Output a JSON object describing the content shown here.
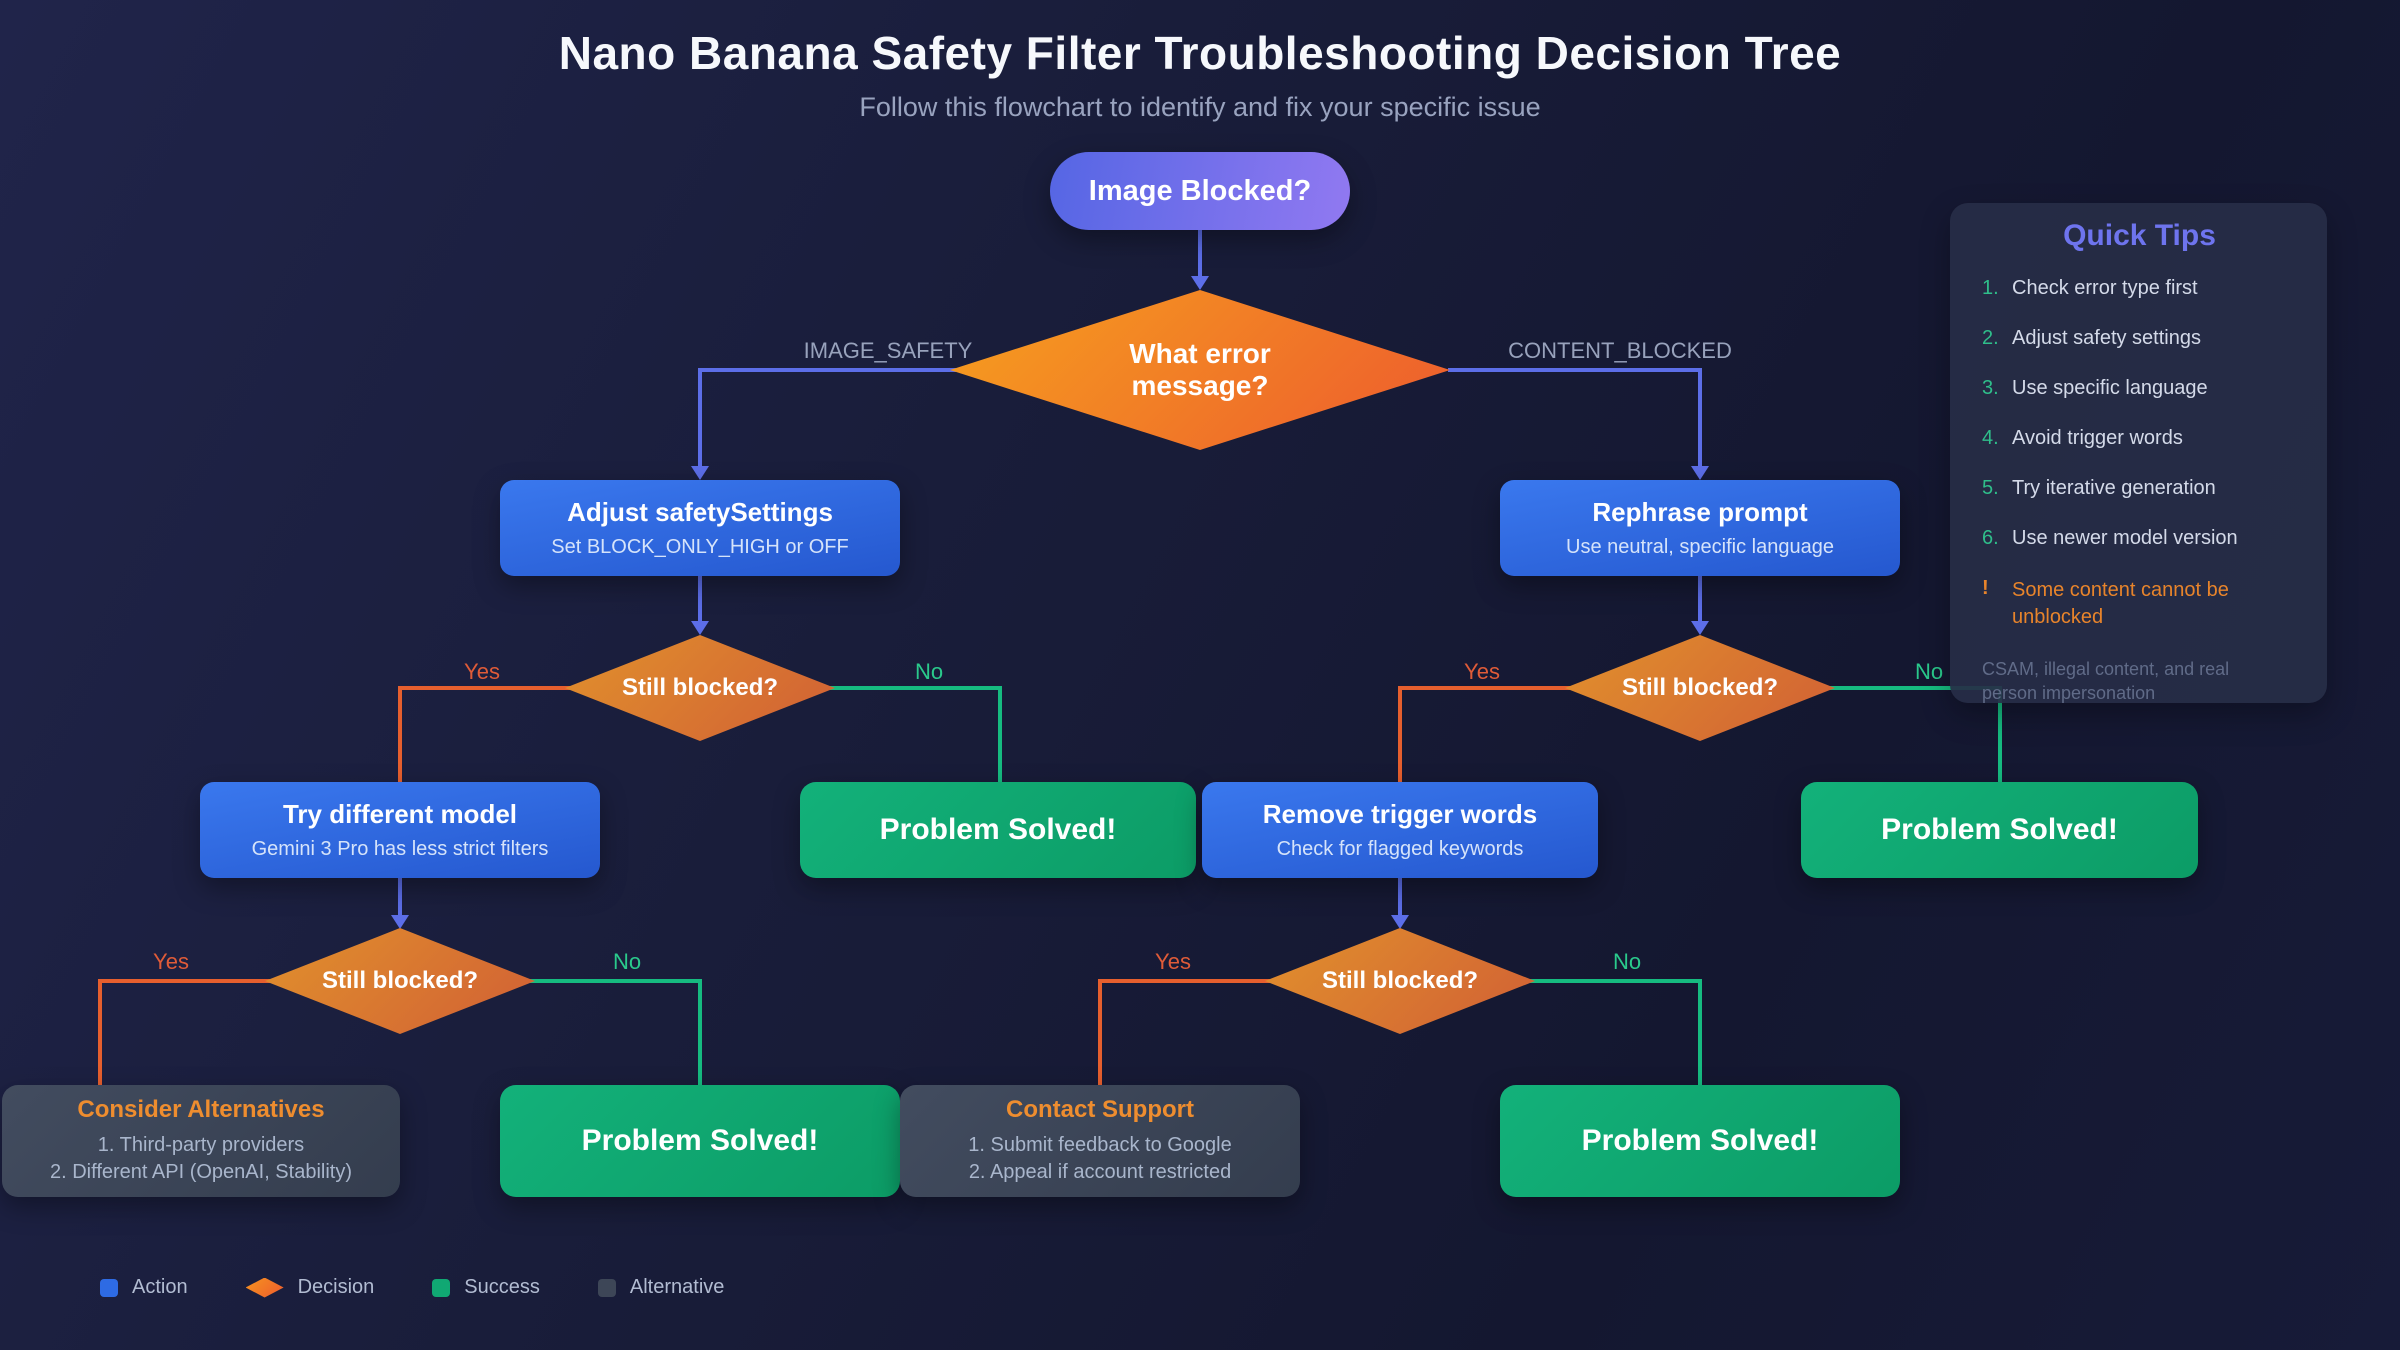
{
  "header": {
    "title": "Nano Banana Safety Filter Troubleshooting Decision Tree",
    "subtitle": "Follow this flowchart to identify and fix your specific issue"
  },
  "flow": {
    "start": "Image Blocked?",
    "error_decision": "What error message?",
    "branch_left": "IMAGE_SAFETY",
    "branch_right": "CONTENT_BLOCKED",
    "still_blocked": "Still blocked?",
    "yes": "Yes",
    "no": "No",
    "solved": "Problem Solved!",
    "adjust": {
      "title": "Adjust safetySettings",
      "subtitle": "Set BLOCK_ONLY_HIGH or OFF"
    },
    "rephrase": {
      "title": "Rephrase prompt",
      "subtitle": "Use neutral, specific language"
    },
    "try_model": {
      "title": "Try different model",
      "subtitle": "Gemini 3 Pro has less strict filters"
    },
    "remove_words": {
      "title": "Remove trigger words",
      "subtitle": "Check for flagged keywords"
    },
    "alternatives": {
      "title": "Consider Alternatives",
      "items": [
        "1. Third-party providers",
        "2. Different API (OpenAI, Stability)"
      ]
    },
    "support": {
      "title": "Contact Support",
      "items": [
        "1. Submit feedback to Google",
        "2. Appeal if account restricted"
      ]
    }
  },
  "quick_tips": {
    "title": "Quick Tips",
    "items": [
      {
        "num": "1.",
        "text": "Check error type first"
      },
      {
        "num": "2.",
        "text": "Adjust safety settings"
      },
      {
        "num": "3.",
        "text": "Use specific language"
      },
      {
        "num": "4.",
        "text": "Avoid trigger words"
      },
      {
        "num": "5.",
        "text": "Try iterative generation"
      },
      {
        "num": "6.",
        "text": "Use newer model version"
      }
    ],
    "warning": {
      "mark": "!",
      "text": "Some content cannot be unblocked"
    },
    "footnote": "CSAM, illegal content, and real person impersonation"
  },
  "legend": {
    "items": [
      {
        "label": "Action",
        "color": "#2e6be4"
      },
      {
        "label": "Decision",
        "color": "#ed6a2c"
      },
      {
        "label": "Success",
        "color": "#10a873"
      },
      {
        "label": "Alternative",
        "color": "#3d4657"
      }
    ]
  },
  "colors": {
    "background": "#191d3a",
    "action_line": "#5c6ee8",
    "yes_line": "#e65f2e",
    "no_line": "#16bb80",
    "start_gradient": [
      "#5566e4",
      "#9179f1"
    ],
    "decision_gradient": [
      "#f6a01e",
      "#ed5a2e"
    ],
    "tips_title": "#6e74ee",
    "warning_text": "#e8842b"
  }
}
